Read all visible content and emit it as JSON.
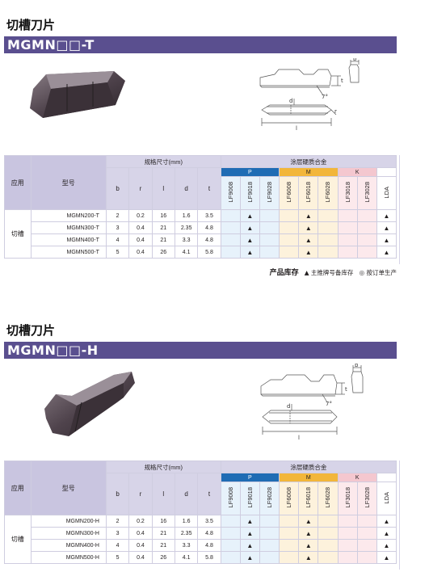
{
  "sections": [
    {
      "title": "切槽刀片",
      "model": "MGMN□□-T",
      "rows": [
        {
          "model": "MGMN200-T",
          "b": "2",
          "r": "0.2",
          "l": "16",
          "d": "1.6",
          "t": "3.5"
        },
        {
          "model": "MGMN300-T",
          "b": "3",
          "r": "0.4",
          "l": "21",
          "d": "2.35",
          "t": "4.8"
        },
        {
          "model": "MGMN400-T",
          "b": "4",
          "r": "0.4",
          "l": "21",
          "d": "3.3",
          "t": "4.8"
        },
        {
          "model": "MGMN500-T",
          "b": "5",
          "r": "0.4",
          "l": "26",
          "d": "4.1",
          "t": "5.8"
        }
      ]
    },
    {
      "title": "切槽刀片",
      "model": "MGMN□□-H",
      "rows": [
        {
          "model": "MGMN200-H",
          "b": "2",
          "r": "0.2",
          "l": "16",
          "d": "1.6",
          "t": "3.5"
        },
        {
          "model": "MGMN300-H",
          "b": "3",
          "r": "0.4",
          "l": "21",
          "d": "2.35",
          "t": "4.8"
        },
        {
          "model": "MGMN400-H",
          "b": "4",
          "r": "0.4",
          "l": "21",
          "d": "3.3",
          "t": "4.8"
        },
        {
          "model": "MGMN500-H",
          "b": "5",
          "r": "0.4",
          "l": "26",
          "d": "4.1",
          "t": "5.8"
        }
      ]
    }
  ],
  "table": {
    "application_header": "应用",
    "model_header": "型号",
    "dimensions_header": "规格尺寸(mm)",
    "dim_cols": [
      "b",
      "r",
      "l",
      "d",
      "t"
    ],
    "coating_header": "涂层硬质合金",
    "groups": {
      "p": "P",
      "m": "M",
      "k": "K"
    },
    "grades": [
      "LF9008",
      "LF9018",
      "LF9028",
      "LF6008",
      "LF6018",
      "LF6028",
      "LF3018",
      "LF3028",
      "LDA"
    ],
    "application": "切槽",
    "stock_mark": "▲"
  },
  "legend": {
    "title": "产品库存",
    "stock_mark": "▲",
    "stock_text": "主推牌号备库存",
    "order_mark": "◎",
    "order_text": "按订单生产"
  },
  "drawing_labels": {
    "b": "b",
    "t": "t",
    "d": "d",
    "l": "l",
    "r": "r",
    "angle": "7°"
  }
}
